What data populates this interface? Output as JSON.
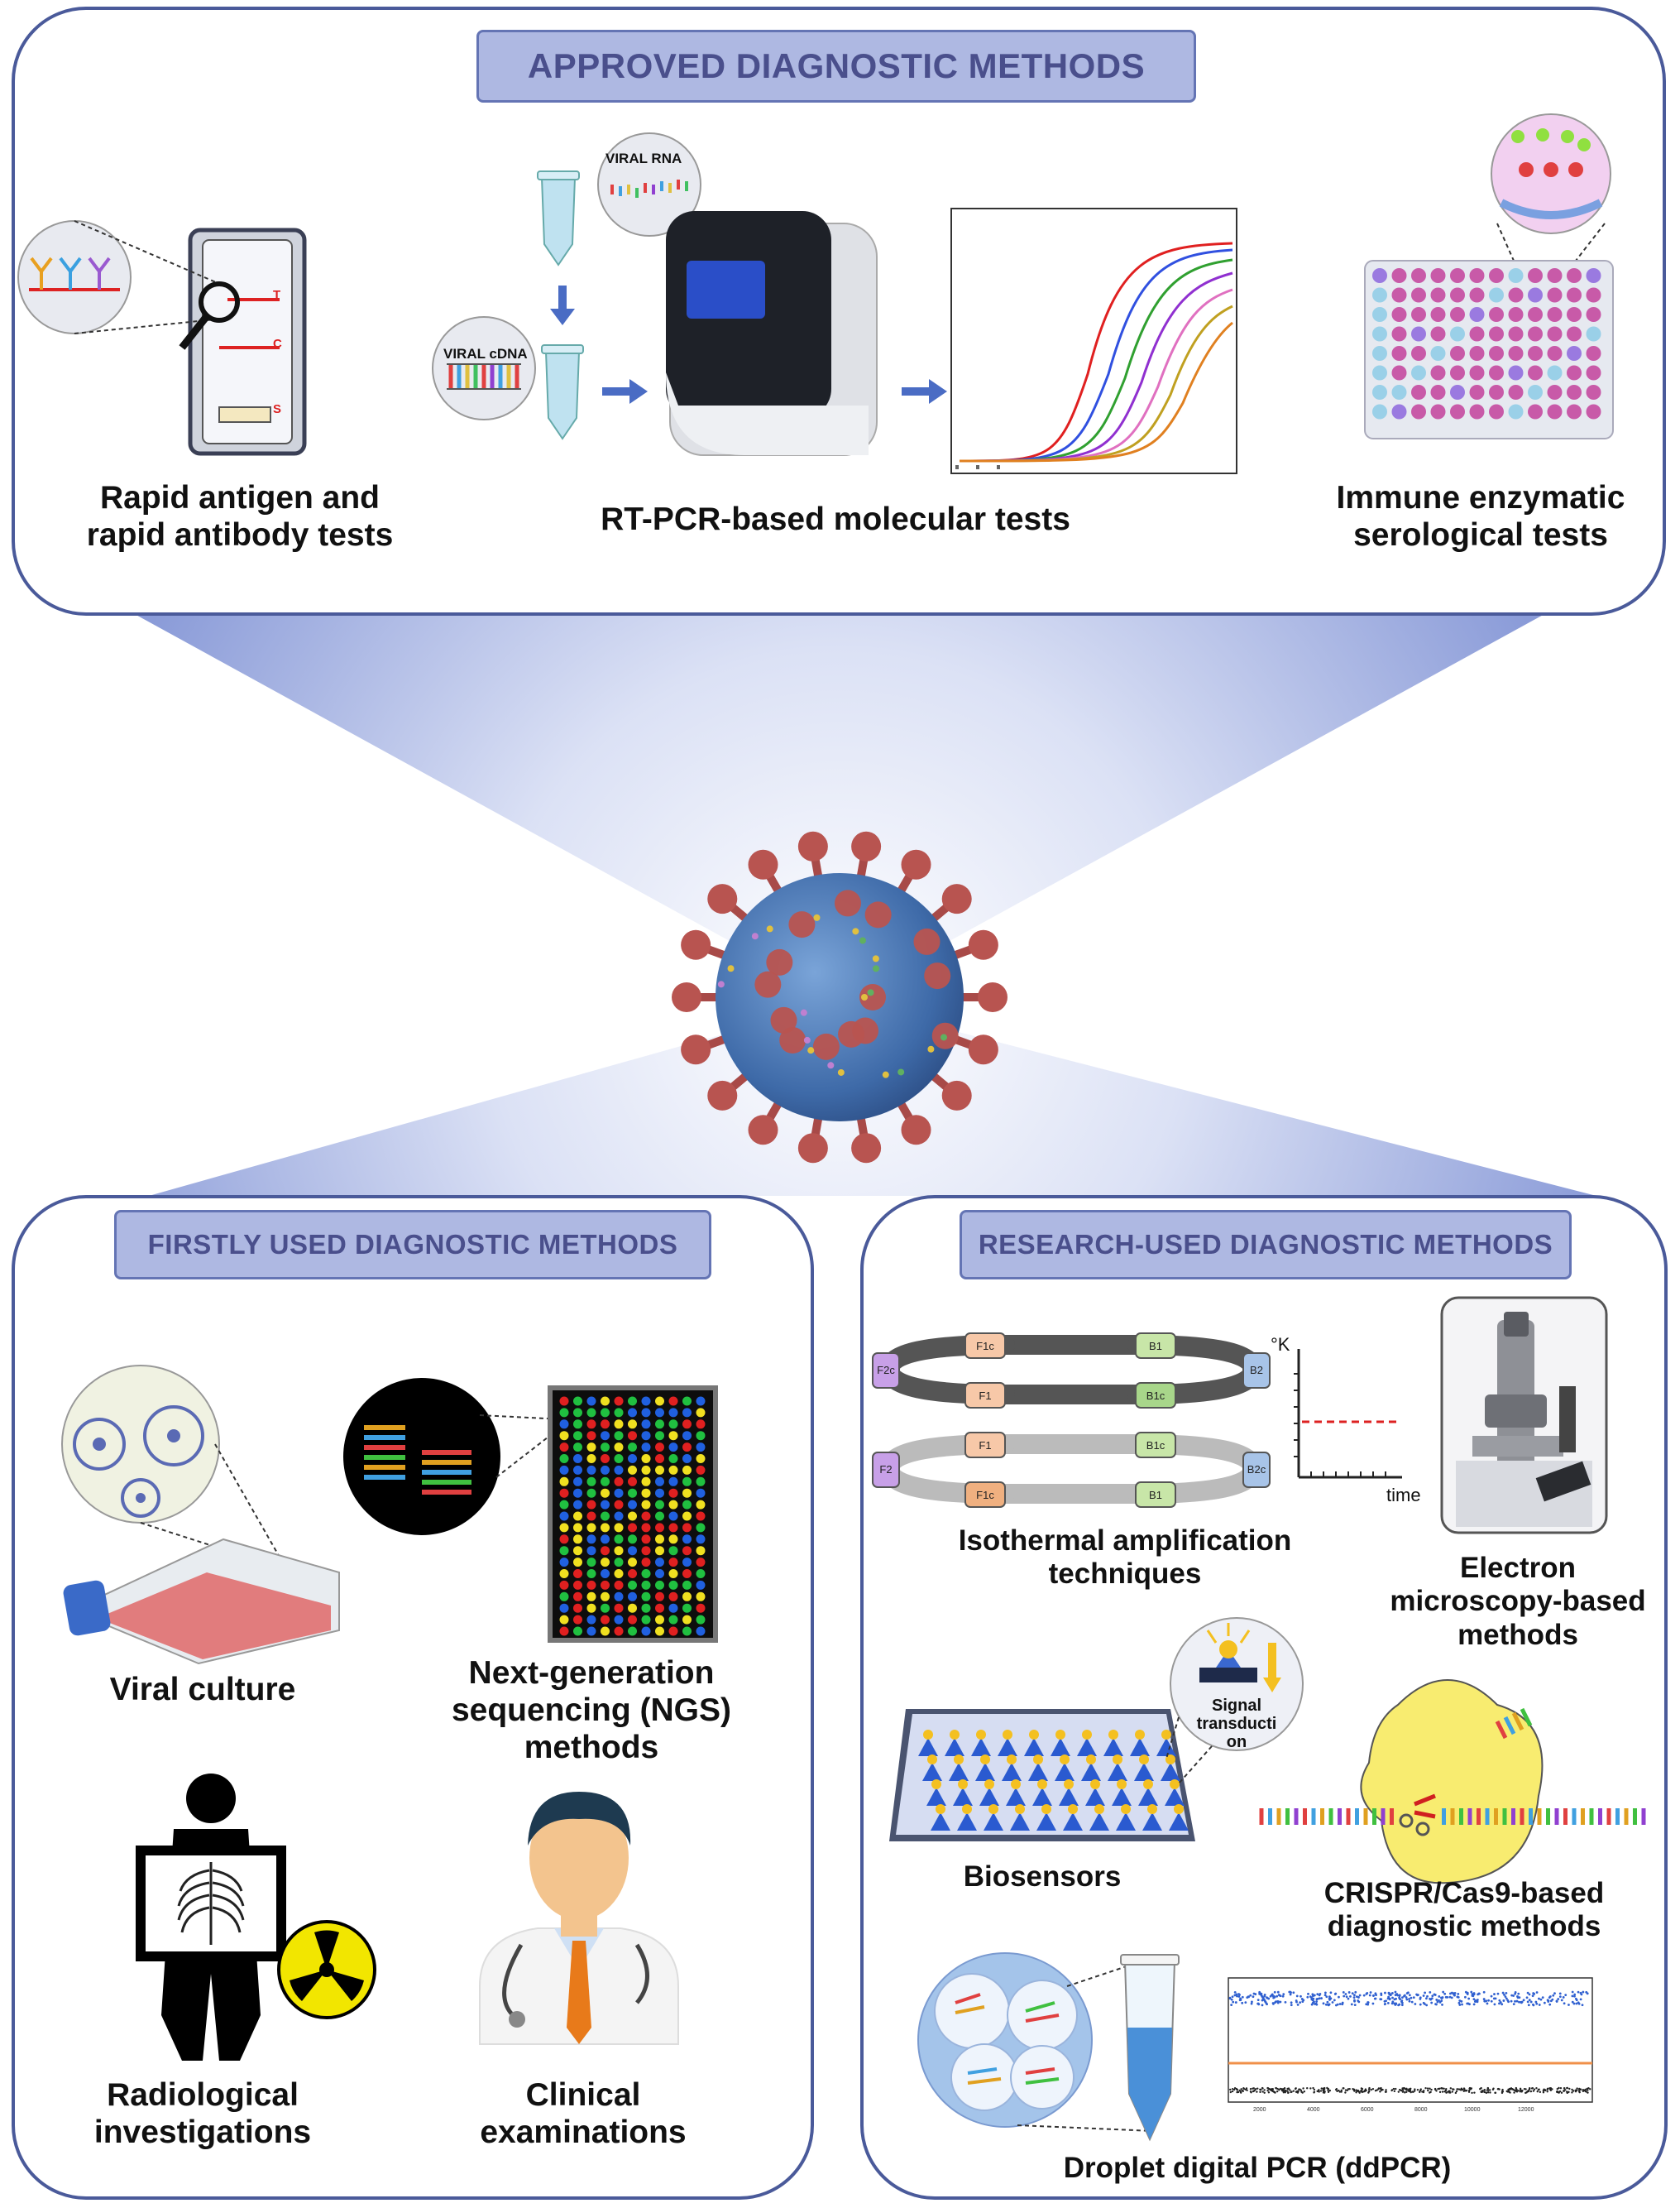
{
  "top_panel": {
    "title": "APPROVED DIAGNOSTIC METHODS",
    "rapid_label_line1": "Rapid antigen and",
    "rapid_label_line2": "rapid antibody tests",
    "strip_marks": {
      "t": "T",
      "c": "C",
      "s": "S"
    },
    "viral_rna": "VIRAL RNA",
    "viral_cdna": "VIRAL cDNA",
    "pcr_label": "RT-PCR-based molecular tests",
    "elisa_label_line1": "Immune enzymatic",
    "elisa_label_line2": "serological tests"
  },
  "left_panel": {
    "title": "FIRSTLY USED DIAGNOSTIC METHODS",
    "culture_label": "Viral culture",
    "ngs_label_line1": "Next-generation",
    "ngs_label_line2": "sequencing (NGS)",
    "ngs_label_line3": "methods",
    "radio_label_line1": "Radiological",
    "radio_label_line2": "investigations",
    "clinical_label_line1": "Clinical",
    "clinical_label_line2": "examinations"
  },
  "right_panel": {
    "title": "RESEARCH-USED DIAGNOSTIC METHODS",
    "lamp_boxes": [
      "F1c",
      "F1",
      "B1",
      "B1c",
      "F2c",
      "B2",
      "F1",
      "F1c",
      "B1c",
      "B1",
      "F2",
      "B2c"
    ],
    "temp_axis": "°K",
    "time_axis": "time",
    "lamp_label_line1": "Isothermal amplification",
    "lamp_label_line2": "techniques",
    "em_label_line1": "Electron",
    "em_label_line2": "microscopy-based",
    "em_label_line3": "methods",
    "signal_line1": "Signal",
    "signal_line2": "transducti",
    "signal_line3": "on",
    "biosensor_label": "Biosensors",
    "crispr_label_line1": "CRISPR/Cas9-based",
    "crispr_label_line2": "diagnostic methods",
    "ddpcr_label": "Droplet digital PCR (ddPCR)"
  },
  "colors": {
    "panel_border": "#4a5a9a",
    "title_fill": "#aeb8e2",
    "title_text": "#4a4f8c",
    "arrow": "#4a6cc4"
  }
}
